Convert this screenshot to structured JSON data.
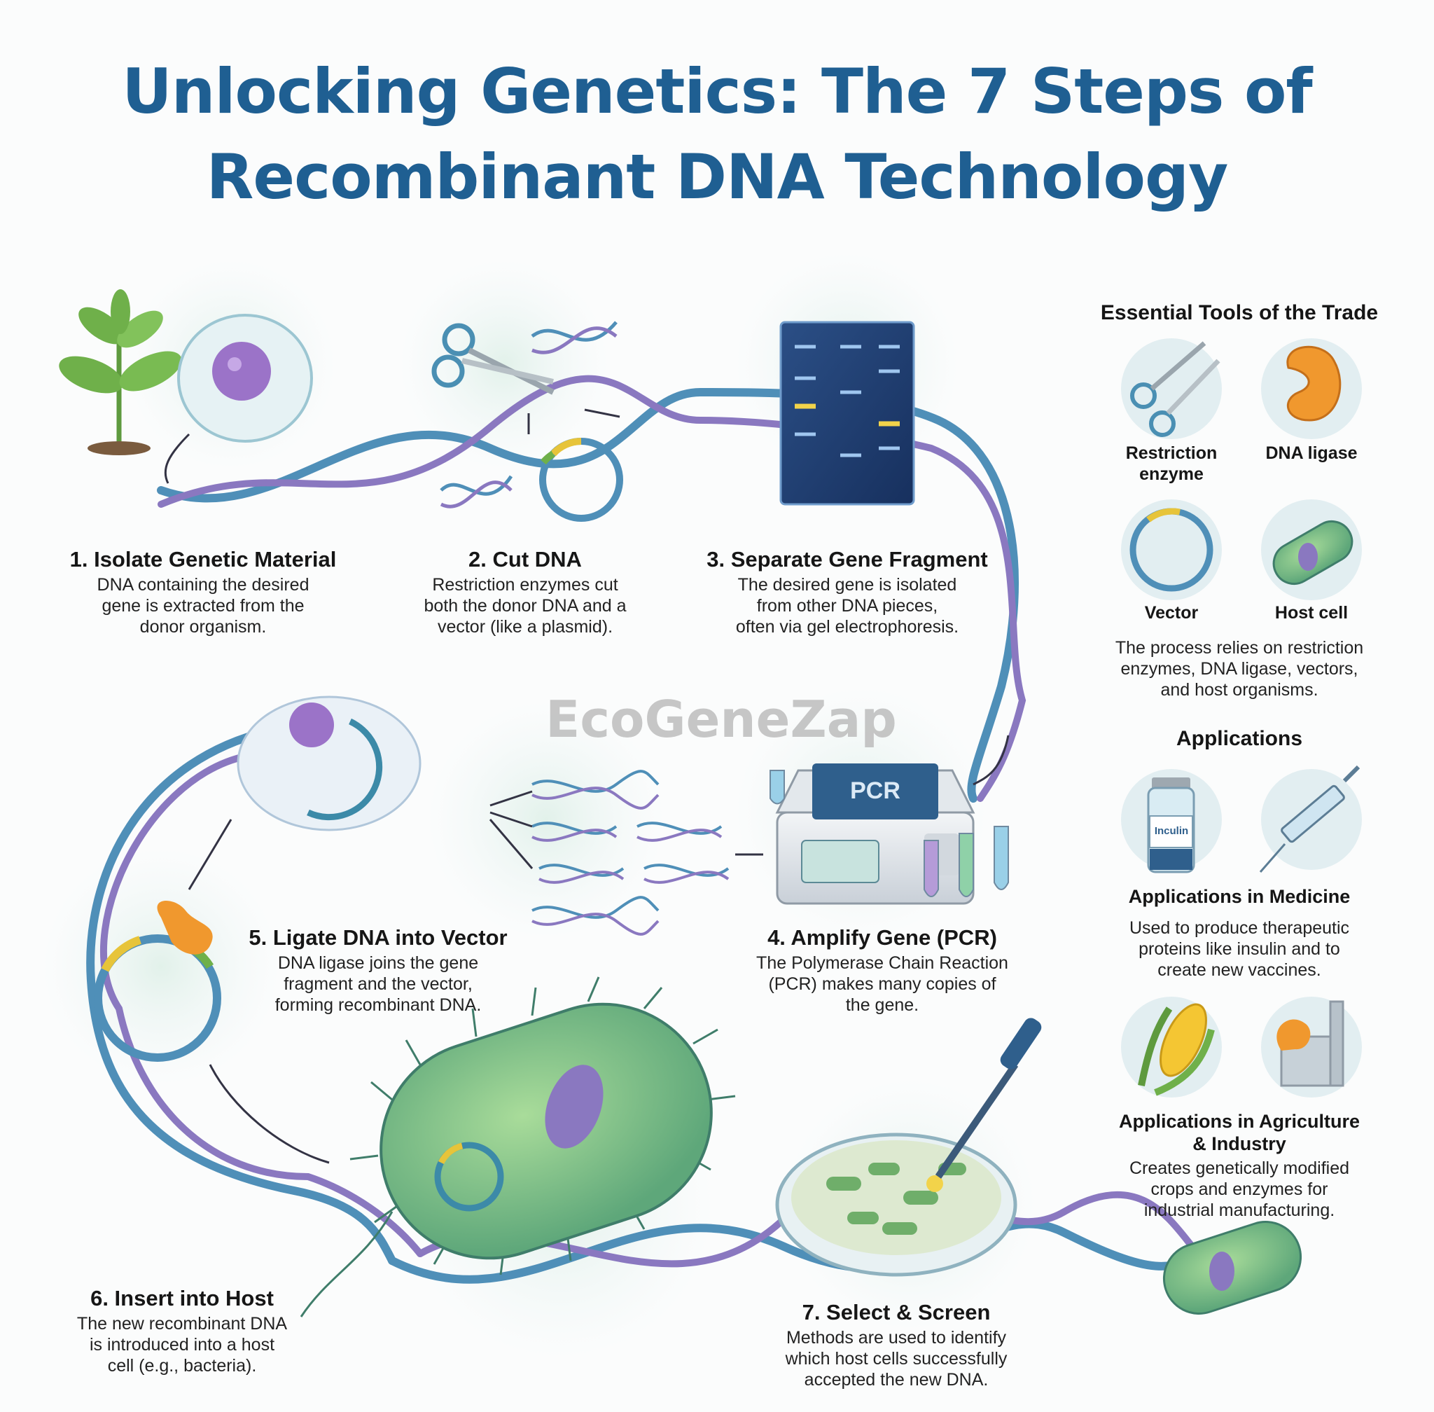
{
  "title": {
    "line1": "Unlocking Genetics: The 7 Steps of",
    "line2": "Recombinant DNA Technology"
  },
  "watermark": "EcoGeneZap",
  "steps": [
    {
      "title": "1. Isolate Genetic Material",
      "l1": "DNA containing the desired",
      "l2": "gene is extracted from the",
      "l3": "donor organism."
    },
    {
      "title": "2. Cut DNA",
      "l1": "Restriction enzymes cut",
      "l2": "both the donor DNA and a",
      "l3": "vector (like a plasmid)."
    },
    {
      "title": "3. Separate Gene Fragment",
      "l1": "The desired gene is isolated",
      "l2": "from other DNA pieces,",
      "l3": "often via gel electrophoresis."
    },
    {
      "title": "4. Amplify Gene (PCR)",
      "l1": "The Polymerase Chain Reaction",
      "l2": "(PCR) makes many copies of",
      "l3": "the gene."
    },
    {
      "title": "5. Ligate DNA into Vector",
      "l1": "DNA ligase joins the gene",
      "l2": "fragment and the vector,",
      "l3": "forming recombinant DNA."
    },
    {
      "title": "6. Insert into Host",
      "l1": "The new recombinant DNA",
      "l2": "is introduced into a host",
      "l3": "cell (e.g., bacteria)."
    },
    {
      "title": "7. Select & Screen",
      "l1": "Methods are used to identify",
      "l2": "which host cells successfully",
      "l3": "accepted the new DNA."
    }
  ],
  "machine_label": "PCR",
  "vial_label": "Inculin",
  "tools": {
    "heading": "Essential Tools of the Trade",
    "items": [
      {
        "l1": "Restriction",
        "l2": "enzyme",
        "icon": "scissors-icon"
      },
      {
        "l1": "DNA ligase",
        "l2": "",
        "icon": "ligase-icon"
      },
      {
        "l1": "Vector",
        "l2": "",
        "icon": "plasmid-icon"
      },
      {
        "l1": "Host cell",
        "l2": "",
        "icon": "bacterium-icon"
      }
    ],
    "desc": {
      "l1": "The process relies on restriction",
      "l2": "enzymes, DNA ligase, vectors,",
      "l3": "and host organisms."
    }
  },
  "applications": {
    "heading": "Applications",
    "medicine": {
      "title": "Applications in Medicine",
      "l1": "Used to produce therapeutic",
      "l2": "proteins like insulin and to",
      "l3": "create new vaccines."
    },
    "agri": {
      "title1": "Applications in Agriculture",
      "title2": "& Industry",
      "l1": "Creates genetically modified",
      "l2": "crops and enzymes for",
      "l3": "industrial manufacturing."
    }
  },
  "colors": {
    "title": "#1f5f92",
    "dna_blue": "#4f8fb8",
    "dna_purple": "#8a78c0",
    "bacteria_green": "#7cc07a",
    "ligase_orange": "#f0982e"
  }
}
